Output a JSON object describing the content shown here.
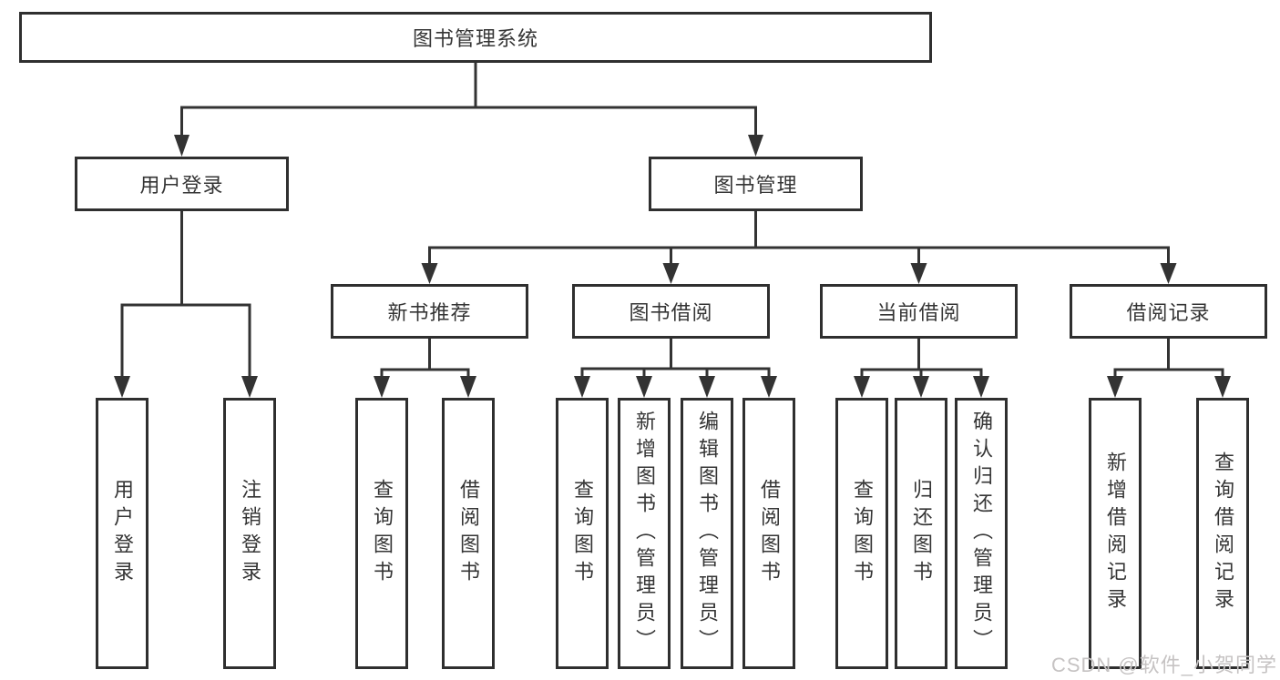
{
  "title": {
    "label": "图书管理系统"
  },
  "branches": [
    {
      "label": "用户登录",
      "children": [
        "用户登录",
        "注销登录"
      ]
    },
    {
      "label": "图书管理",
      "sections": [
        {
          "label": "新书推荐",
          "children": [
            "查询图书",
            "借阅图书"
          ]
        },
        {
          "label": "图书借阅",
          "children": [
            "查询图书",
            "新增图书（管理员）",
            "编辑图书（管理员）",
            "借阅图书"
          ]
        },
        {
          "label": "当前借阅",
          "children": [
            "查询图书",
            "归还图书",
            "确认归还（管理员）"
          ]
        },
        {
          "label": "借阅记录",
          "children": [
            "新增借阅记录",
            "查询借阅记录"
          ]
        }
      ]
    }
  ],
  "colors": {
    "line": "#333333",
    "box_border": "#2f2f2f",
    "text": "#353535",
    "watermark": "#c6c3c3"
  },
  "watermark": "CSDN @软件_小贺同学"
}
